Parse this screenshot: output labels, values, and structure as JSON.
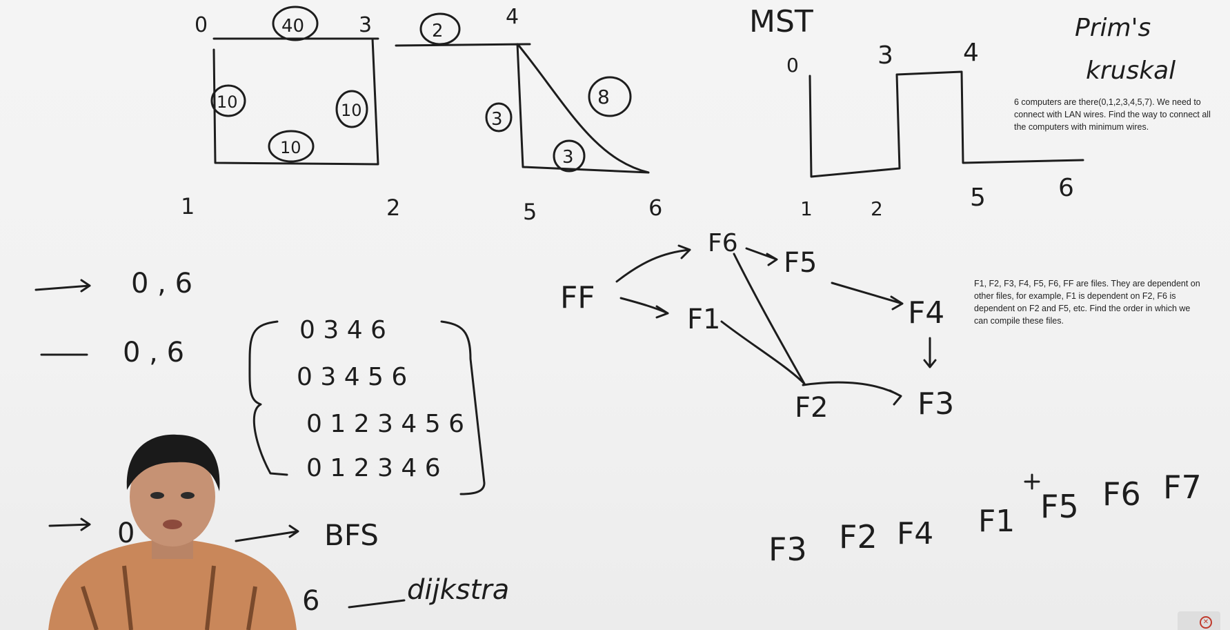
{
  "graph": {
    "nodes": [
      "0",
      "3",
      "4",
      "1",
      "2",
      "5",
      "6"
    ],
    "edge_weights": [
      "40",
      "2",
      "10",
      "10",
      "10",
      "3",
      "8",
      "3"
    ]
  },
  "mst": {
    "title": "MST",
    "algorithms": [
      "Prim's",
      "kruskal"
    ],
    "nodes": [
      "0",
      "3",
      "4",
      "1",
      "2",
      "5",
      "6"
    ],
    "note": "6 computers are there(0,1,2,3,4,5,7). We need to connect with LAN wires. Find the way to connect all the computers with minimum wires."
  },
  "paths": {
    "rows": [
      "0 , 6",
      "0 , 6",
      "0",
      "6"
    ],
    "options": [
      "0 3 4 6",
      "0 3 4 5 6",
      "0 1 2 3 4 5 6",
      "0 1 2 3 4 6"
    ],
    "labels": [
      "BFS",
      "dijkstra"
    ]
  },
  "deps": {
    "nodes": [
      "FF",
      "F6",
      "F5",
      "F1",
      "F4",
      "F2",
      "F3"
    ],
    "note": "F1, F2, F3, F4, F5, F6, FF are files. They are dependent on other files, for example, F1 is dependent on F2, F6 is dependent on F2 and F5, etc. Find the order in which we can compile these files.",
    "order": [
      "F3",
      "F2",
      "F4",
      "F1",
      "F5",
      "F6",
      "F7"
    ]
  }
}
